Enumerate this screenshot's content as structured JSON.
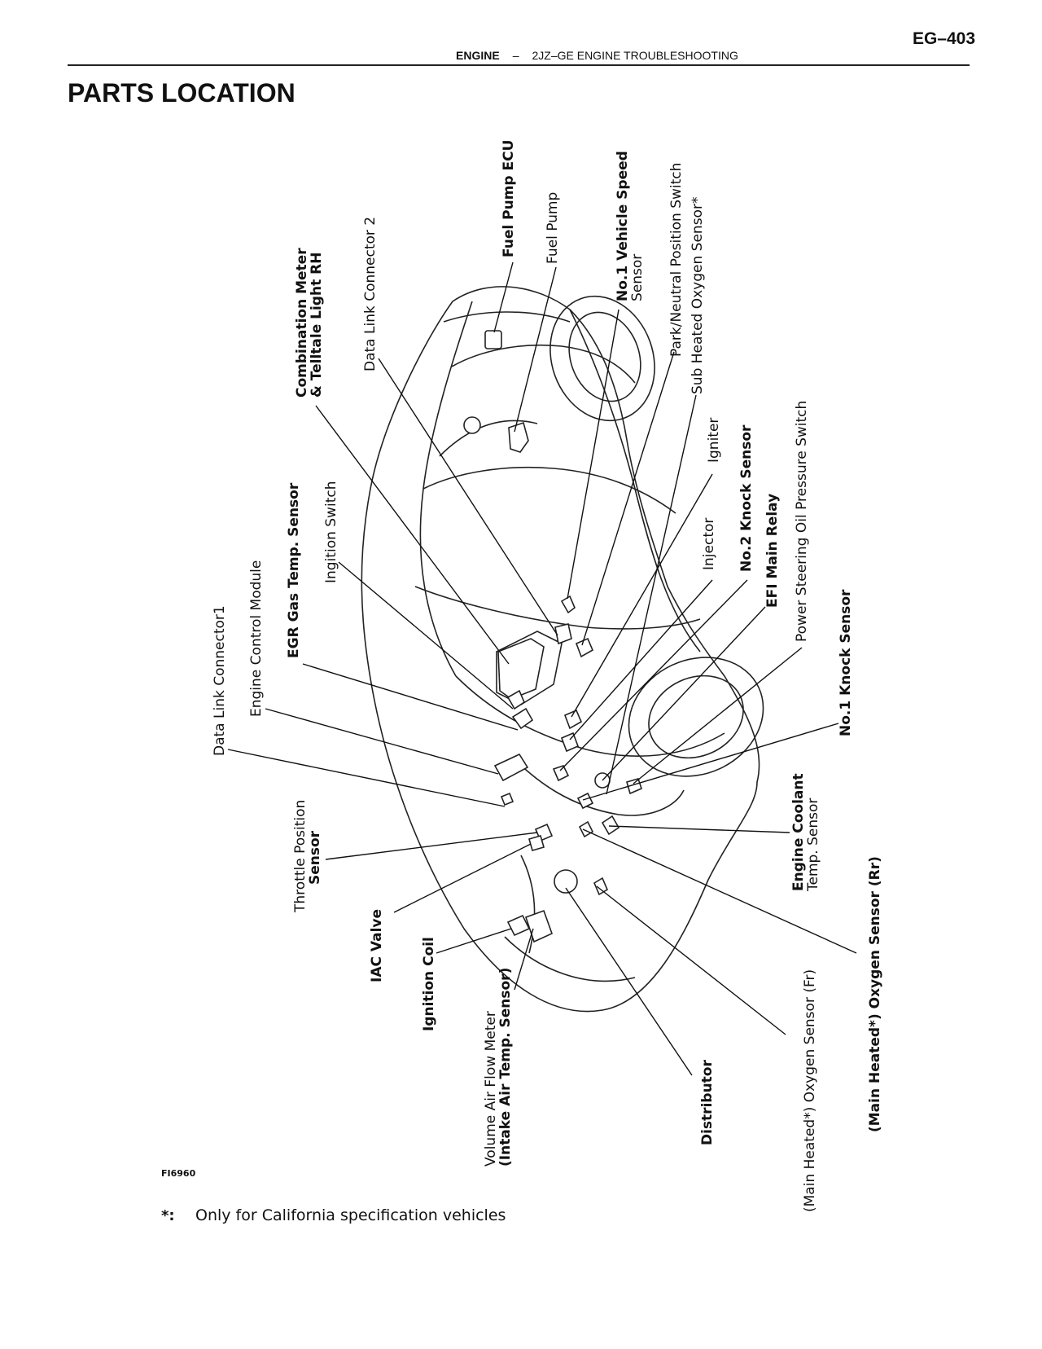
{
  "header": {
    "page_number": "EG–403",
    "section": "ENGINE",
    "separator": "–",
    "chapter": "2JZ–GE ENGINE TROUBLESHOOTING"
  },
  "title": "PARTS LOCATION",
  "labels": {
    "data_link_connector_1": "Data Link Connector1",
    "engine_control_module": "Engine Control Module",
    "egr_gas_temp_sensor": "EGR Gas Temp. Sensor",
    "ignition_switch": "Ingition Switch",
    "combination_meter_1": "Combination Meter",
    "combination_meter_2": "& Telltale Light RH",
    "data_link_connector_2": "Data Link Connector 2",
    "fuel_pump_ecu": "Fuel Pump ECU",
    "fuel_pump": "Fuel Pump",
    "vehicle_speed_sensor_1": "No.1 Vehicle Speed",
    "vehicle_speed_sensor_2": "Sensor",
    "park_neutral_switch": "Park/Neutral Position Switch",
    "sub_heated_oxygen_sensor": "Sub Heated Oxygen Sensor*",
    "igniter": "Igniter",
    "injector": "Injector",
    "no2_knock_sensor": "No.2 Knock Sensor",
    "efi_main_relay": "EFI Main Relay",
    "ps_oil_pressure_switch": "Power Steering Oil Pressure Switch",
    "no1_knock_sensor": "No.1 Knock Sensor",
    "engine_coolant_temp_1": "Engine Coolant",
    "engine_coolant_temp_2": "Temp. Sensor",
    "oxygen_sensor_rr": "(Main Heated*) Oxygen Sensor (Rr)",
    "oxygen_sensor_fr": "(Main Heated*) Oxygen Sensor (Fr)",
    "distributor": "Distributor",
    "volume_air_flow_1": "Volume Air Flow Meter",
    "volume_air_flow_2": "(Intake Air Temp. Sensor)",
    "ignition_coil": "Ignition Coil",
    "iac_valve": "IAC Valve",
    "throttle_position_1": "Throttle Position",
    "throttle_position_2": "Sensor",
    "figure_code": "FI6960",
    "footnote_marker": "*:",
    "footnote": "Only for California specification vehicles"
  }
}
